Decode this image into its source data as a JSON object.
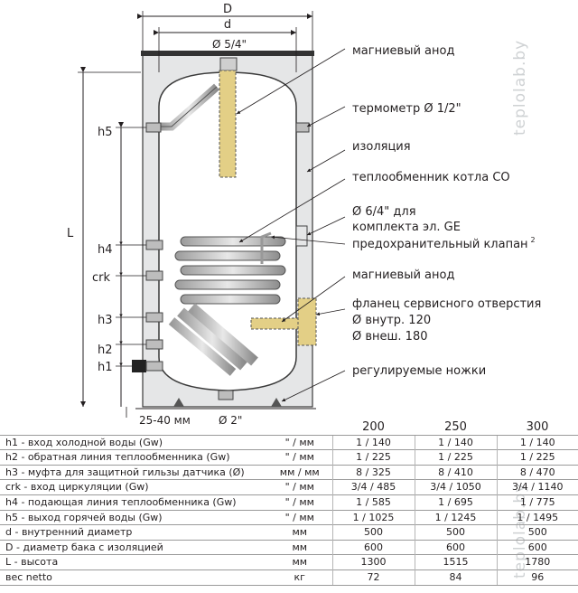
{
  "diagram": {
    "dim_D": "D",
    "dim_d": "d",
    "dim_top_fitting": "Ø 5/4\"",
    "dim_L": "L",
    "dim_h5": "h5",
    "dim_h4": "h4",
    "dim_crk": "crk",
    "dim_h3": "h3",
    "dim_h2": "h2",
    "dim_h1": "h1",
    "dim_feet": "25-40 мм",
    "dim_bottom_fitting": "Ø 2\"",
    "labels": {
      "anode_top": "магниевый анод",
      "thermometer": "термометр Ø 1/2\"",
      "insulation": "изоляция",
      "heat_exchanger": "теплообменник котла CO",
      "ge_line1": "Ø 6/4\" для",
      "ge_line2": "комплекта эл. GE",
      "safety_valve": "предохранительный клапан",
      "safety_valve_sup": "2",
      "anode_lower": "магниевый анод",
      "flange_line1": "фланец сервисного отверстия",
      "flange_line2": "Ø внутр. 120",
      "flange_line3": "Ø внеш. 180",
      "feet": "регулируемые ножки"
    }
  },
  "watermark": {
    "text_a": "teplolab.by",
    "text_b": "teplolab.by"
  },
  "spec_table": {
    "headers": [
      "",
      "",
      "200",
      "250",
      "300"
    ],
    "rows": [
      [
        "h1 - вход холодной воды (Gw)",
        "\" / мм",
        "1 / 140",
        "1 / 140",
        "1 / 140"
      ],
      [
        "h2 - обратная линия теплообменника (Gw)",
        "\" / мм",
        "1 / 225",
        "1 / 225",
        "1 / 225"
      ],
      [
        "h3 - муфта для защитной гильзы датчика (Ø)",
        "мм / мм",
        "8 / 325",
        "8 / 410",
        "8 / 470"
      ],
      [
        "crk - вход циркуляции (Gw)",
        "\" / мм",
        "3/4 / 485",
        "3/4 / 1050",
        "3/4 / 1140"
      ],
      [
        "h4 - подающая линия теплообменника (Gw)",
        "\" / мм",
        "1 / 585",
        "1 / 695",
        "1 / 775"
      ],
      [
        "h5 - выход горячей воды (Gw)",
        "\" / мм",
        "1 / 1025",
        "1 / 1245",
        "1 / 1495"
      ],
      [
        "d - внутренний диаметр",
        "мм",
        "500",
        "500",
        "500"
      ],
      [
        "D - диаметр бака с изоляцией",
        "мм",
        "600",
        "600",
        "600"
      ],
      [
        "L - высота",
        "мм",
        "1300",
        "1515",
        "1780"
      ],
      [
        "вес netto",
        "кг",
        "72",
        "84",
        "96"
      ]
    ]
  }
}
